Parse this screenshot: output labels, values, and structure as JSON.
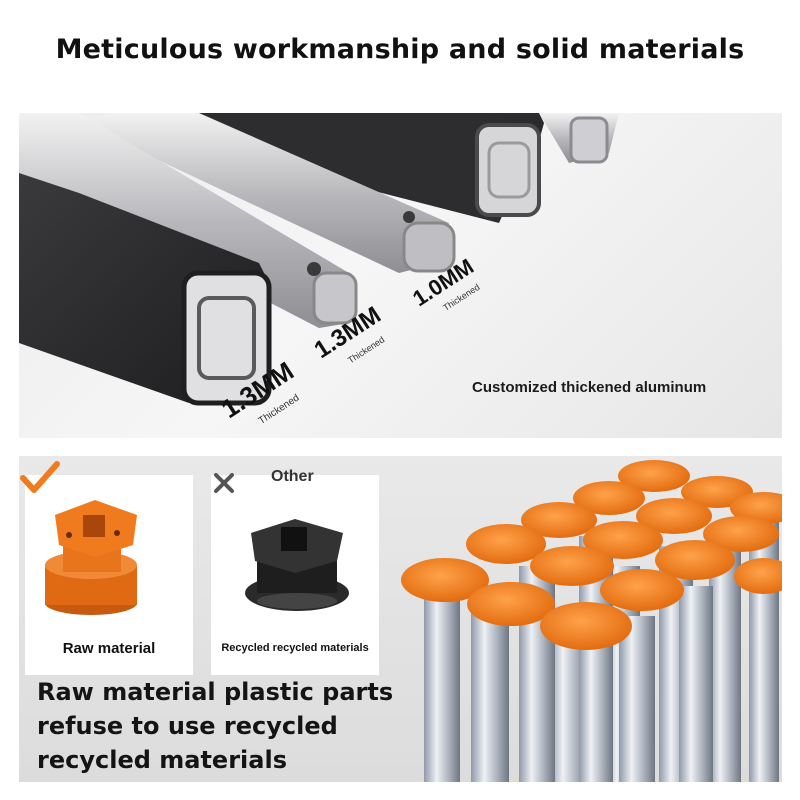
{
  "title": "Meticulous workmanship and solid materials",
  "top_panel": {
    "caption": "Customized thickened aluminum",
    "labels": [
      {
        "thickness": "1.3MM",
        "note": "Thickened"
      },
      {
        "thickness": "1.3MM",
        "note": "Thickened"
      },
      {
        "thickness": "1.0MM",
        "note": "Thickened"
      }
    ]
  },
  "bottom_panel": {
    "good_card": {
      "label": "Raw material",
      "icon": "check-icon",
      "accent": "#f07b1e"
    },
    "bad_card": {
      "label": "Recycled recycled materials",
      "tag": "Other",
      "icon": "cross-icon"
    },
    "description": "Raw material plastic parts refuse to use recycled recycled materials"
  },
  "colors": {
    "orange": "#f07b1e",
    "dark_tube": "#2b2b2d",
    "silver": "#c9c9cc"
  }
}
